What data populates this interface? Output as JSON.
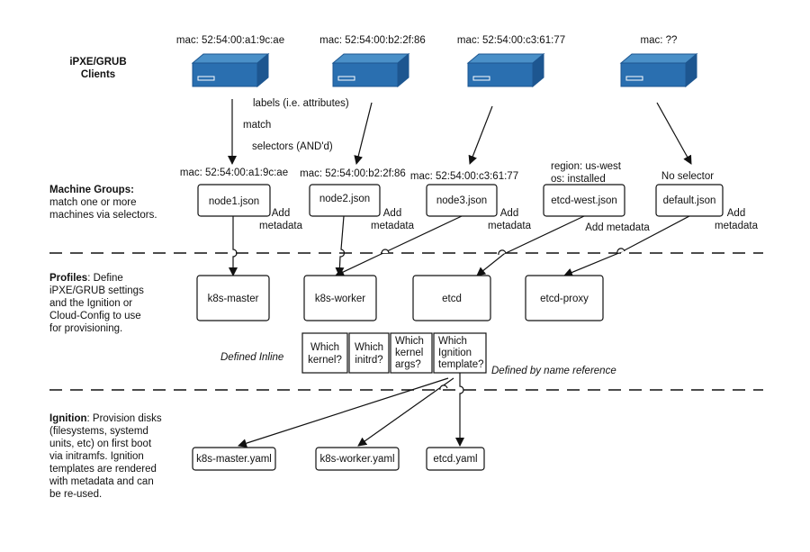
{
  "clients": {
    "heading": "iPXE/GRUB\nClients",
    "macs": [
      "mac: 52:54:00:a1:9c:ae",
      "mac: 52:54:00:b2:2f:86",
      "mac: 52:54:00:c3:61:77",
      "mac: ??"
    ]
  },
  "annotations": {
    "labels": "labels (i.e. attributes)",
    "match": "match",
    "selectors": "selectors (AND'd)",
    "add_metadata": "Add\nmetadata",
    "add_metadata_inline": "Add metadata",
    "defined_inline": "Defined Inline",
    "defined_by_name": "Defined by name reference"
  },
  "selector_labels": [
    "mac: 52:54:00:a1:9c:ae",
    "mac: 52:54:00:b2:2f:86",
    "mac: 52:54:00:c3:61:77",
    "region: us-west\nos: installed",
    "No selector"
  ],
  "groups": {
    "title": "Machine Groups:",
    "body": "match one or more\nmachines via selectors.",
    "files": [
      "node1.json",
      "node2.json",
      "node3.json",
      "etcd-west.json",
      "default.json"
    ]
  },
  "profiles": {
    "title": "Profiles",
    "body": ": Define\niPXE/GRUB settings\nand the Ignition or\nCloud-Config to use\nfor provisioning.",
    "names": [
      "k8s-master",
      "k8s-worker",
      "etcd",
      "etcd-proxy"
    ],
    "questions": [
      "Which\nkernel?",
      "Which\ninitrd?",
      "Which\nkernel\nargs?",
      "Which\nIgnition\ntemplate?"
    ]
  },
  "ignition": {
    "title": "Ignition",
    "body": ": Provision disks\n(filesystems, systemd\nunits, etc) on first boot\nvia initramfs. Ignition\ntemplates are rendered\nwith metadata and can\nbe re-used.",
    "files": [
      "k8s-master.yaml",
      "k8s-worker.yaml",
      "etcd.yaml"
    ]
  },
  "colors": {
    "server_top": "#4a90c8",
    "server_front": "#2a6fb0",
    "server_side": "#1d5690",
    "line": "#111111"
  }
}
